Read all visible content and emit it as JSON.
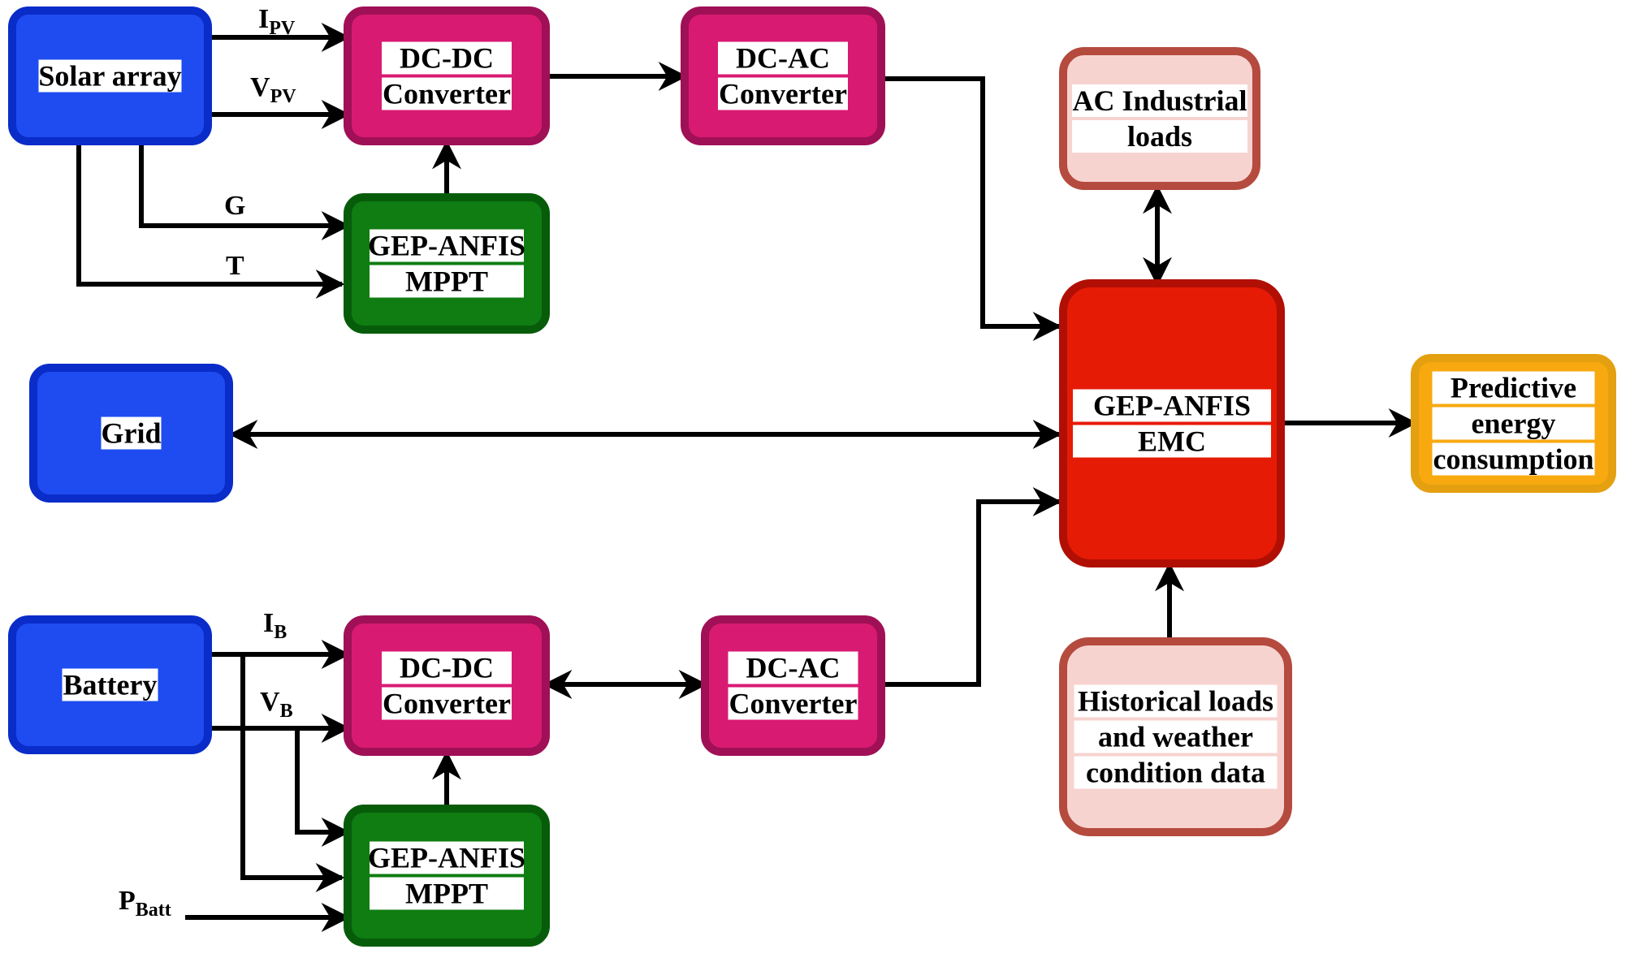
{
  "blocks": {
    "solar": {
      "lines": [
        "Solar array"
      ],
      "fill": "#1e4cf0",
      "border": "#0a2cc8"
    },
    "grid": {
      "lines": [
        "Grid"
      ],
      "fill": "#1e4cf0",
      "border": "#0a2cc8"
    },
    "battery": {
      "lines": [
        "Battery"
      ],
      "fill": "#1e4cf0",
      "border": "#0a2cc8"
    },
    "dcdc_top": {
      "lines": [
        "DC-DC",
        "Converter"
      ],
      "fill": "#d91a73",
      "border": "#a01056"
    },
    "dcac_top": {
      "lines": [
        "DC-AC",
        "Converter"
      ],
      "fill": "#d91a73",
      "border": "#a01056"
    },
    "mppt_top": {
      "lines": [
        "GEP-ANFIS",
        "MPPT"
      ],
      "fill": "#0f7d12",
      "border": "#075c0a"
    },
    "dcdc_bot": {
      "lines": [
        "DC-DC",
        "Converter"
      ],
      "fill": "#d91a73",
      "border": "#a01056"
    },
    "dcac_bot": {
      "lines": [
        "DC-AC",
        "Converter"
      ],
      "fill": "#d91a73",
      "border": "#a01056"
    },
    "mppt_bot": {
      "lines": [
        "GEP-ANFIS",
        "MPPT"
      ],
      "fill": "#0f7d12",
      "border": "#075c0a"
    },
    "ac_loads": {
      "lines": [
        "AC Industrial",
        "loads"
      ],
      "fill": "#f7d3d0",
      "border": "#b54a3e"
    },
    "emc": {
      "lines": [
        "GEP-ANFIS",
        "EMC"
      ],
      "fill": "#e61b06",
      "border": "#b10f04"
    },
    "predictive": {
      "lines": [
        "Predictive",
        "energy",
        "consumption"
      ],
      "fill": "#f7a90f",
      "border": "#e4a010"
    },
    "historical": {
      "lines": [
        "Historical loads",
        "and weather",
        "condition data"
      ],
      "fill": "#f7d3d0",
      "border": "#b54a3e"
    }
  },
  "signals": {
    "ipv": {
      "main": "I",
      "sub": "PV"
    },
    "vpv": {
      "main": "V",
      "sub": "PV"
    },
    "g": {
      "main": "G",
      "sub": ""
    },
    "t": {
      "main": "T",
      "sub": ""
    },
    "ib": {
      "main": "I",
      "sub": "B"
    },
    "vb": {
      "main": "V",
      "sub": "B"
    },
    "pbatt": {
      "main": "P",
      "sub": "Batt"
    }
  }
}
